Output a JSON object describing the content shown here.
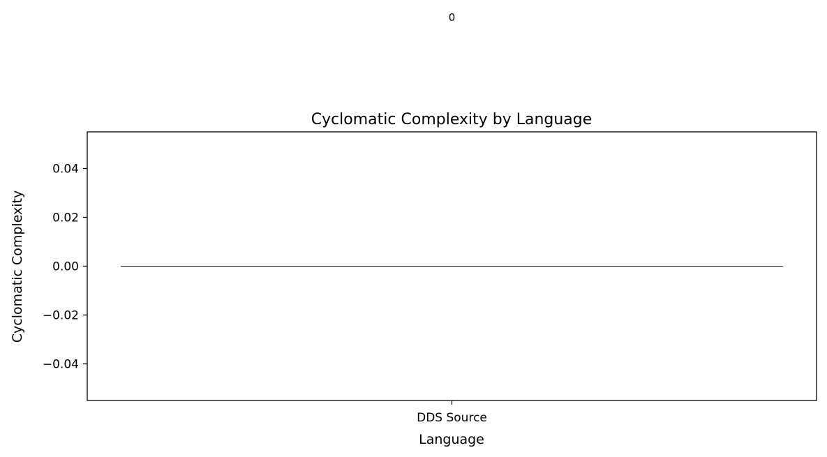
{
  "chart_data": {
    "type": "bar",
    "title": "Cyclomatic Complexity by Language",
    "xlabel": "Language",
    "ylabel": "Cyclomatic Complexity",
    "categories": [
      "DDS Source"
    ],
    "values": [
      0
    ],
    "data_labels": [
      "0"
    ],
    "ylim": [
      -0.055,
      0.055
    ],
    "yticks": [
      -0.04,
      -0.02,
      0.0,
      0.02,
      0.04
    ],
    "ytick_labels": [
      "−0.04",
      "−0.02",
      "0.00",
      "0.02",
      "0.04"
    ],
    "grid": false,
    "legend": "none",
    "colors": {
      "bar_edge": "#000000",
      "axes": "#000000"
    }
  }
}
